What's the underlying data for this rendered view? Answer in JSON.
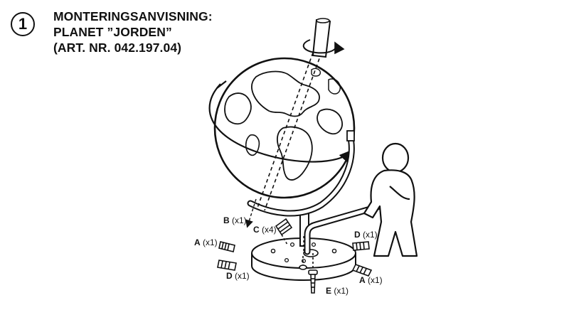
{
  "step": {
    "number": "1"
  },
  "title": {
    "line1": "MONTERINGSANVISNING:",
    "line2": "PLANET ”JORDEN”",
    "line3": "(ART. NR. 042.197.04)"
  },
  "parts": [
    {
      "id": "B",
      "qty": "(x1)"
    },
    {
      "id": "C",
      "qty": "(x4)"
    },
    {
      "id": "A",
      "qty": "(x1)"
    },
    {
      "id": "D",
      "qty": "(x1)"
    },
    {
      "id": "D",
      "qty": "(x1)"
    },
    {
      "id": "E",
      "qty": "(x1)"
    },
    {
      "id": "A",
      "qty": "(x1)"
    }
  ],
  "colors": {
    "ink": "#111111",
    "paper": "#ffffff"
  }
}
